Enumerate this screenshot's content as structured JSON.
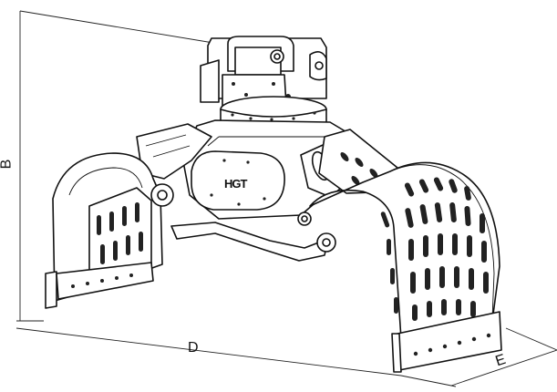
{
  "dimensions": {
    "height_label": "B",
    "width_label": "D",
    "depth_label": "E"
  },
  "logo": {
    "text": "HGT"
  },
  "icons": {
    "main": "sorting-grapple-drawing-icon"
  }
}
